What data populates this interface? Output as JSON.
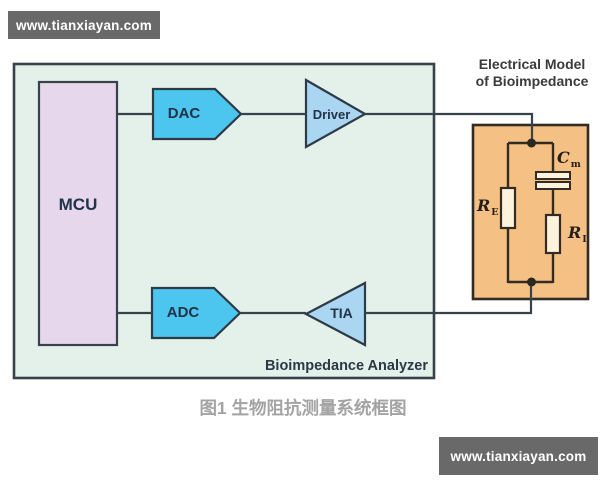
{
  "watermarks": {
    "top": "www.tianxiayan.com",
    "bottom": "www.tianxiayan.com"
  },
  "analyzer": {
    "name": "Bioimpedance Analyzer",
    "mcu": "MCU",
    "dac": "DAC",
    "driver": "Driver",
    "adc": "ADC",
    "tia": "TIA"
  },
  "model": {
    "title_line1": "Electrical Model",
    "title_line2": "of Bioimpedance",
    "re": {
      "symbol": "R",
      "subscript": "E"
    },
    "cm": {
      "symbol": "C",
      "subscript": "m"
    },
    "ri": {
      "symbol": "R",
      "subscript": "I"
    }
  },
  "caption": "图1 生物阻抗测量系统框图",
  "colors": {
    "banner_bg": "#696969",
    "banner_text": "#ffffff",
    "analyzer_bg": "#e4f0ea",
    "outline": "#37424b",
    "mcu_fill": "#e6d7ec",
    "converter_fill": "#4cc5ef",
    "amplifier_fill": "#aad6f1",
    "model_box_fill": "#f5c083",
    "circuit_stroke": "#332c24",
    "component_fill": "#fdf2dc",
    "block_label": "#223349",
    "caption_text": "#a3a3a3"
  }
}
